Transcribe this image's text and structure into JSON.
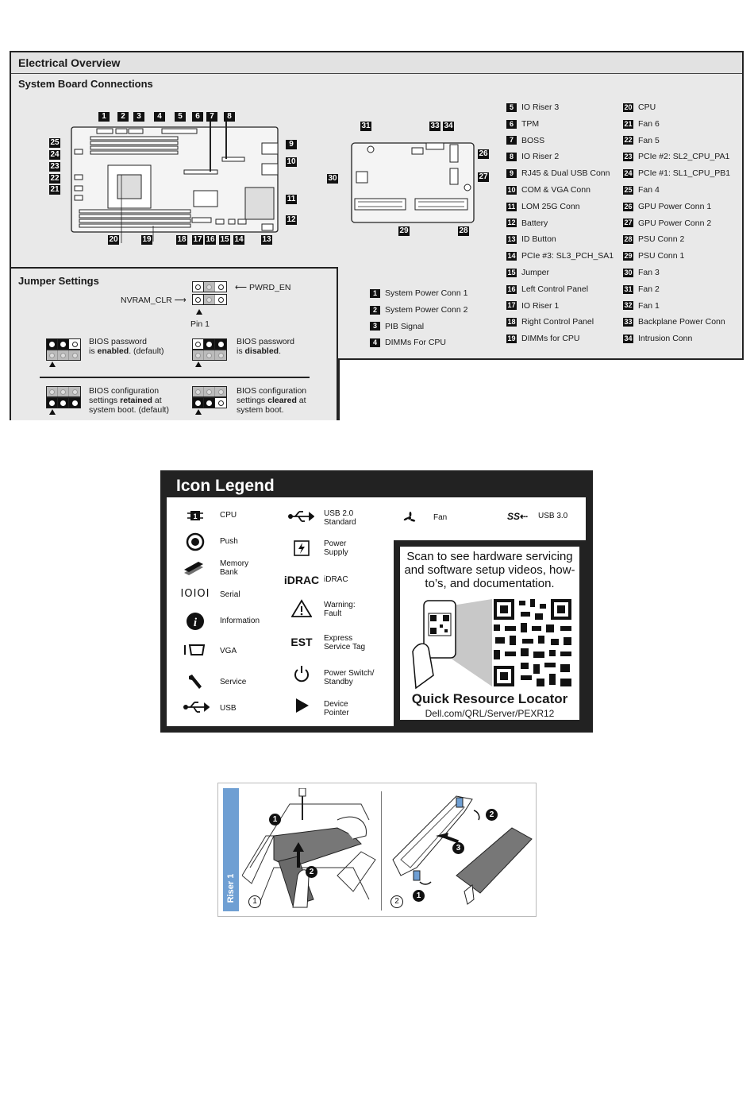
{
  "electrical": {
    "title": "Electrical Overview",
    "subtitle": "System Board Connections",
    "board1_callouts": [
      "1",
      "2",
      "3",
      "4",
      "5",
      "6",
      "7",
      "8",
      "9",
      "10",
      "11",
      "12",
      "13",
      "14",
      "15",
      "16",
      "17",
      "18",
      "19",
      "20",
      "21",
      "22",
      "23",
      "24",
      "25"
    ],
    "board2_callouts": [
      "26",
      "27",
      "28",
      "29",
      "30",
      "31",
      "33",
      "34"
    ],
    "legend": [
      {
        "n": "1",
        "label": "System Power Conn 1"
      },
      {
        "n": "2",
        "label": "System Power Conn 2"
      },
      {
        "n": "3",
        "label": "PIB Signal"
      },
      {
        "n": "4",
        "label": "DIMMs For CPU"
      },
      {
        "n": "5",
        "label": "IO Riser 3"
      },
      {
        "n": "6",
        "label": "TPM"
      },
      {
        "n": "7",
        "label": "BOSS"
      },
      {
        "n": "8",
        "label": "IO Riser 2"
      },
      {
        "n": "9",
        "label": "RJ45 & Dual USB Conn"
      },
      {
        "n": "10",
        "label": "COM & VGA Conn"
      },
      {
        "n": "11",
        "label": "LOM 25G Conn"
      },
      {
        "n": "12",
        "label": "Battery"
      },
      {
        "n": "13",
        "label": "ID Button"
      },
      {
        "n": "14",
        "label": "PCIe #3: SL3_PCH_SA1"
      },
      {
        "n": "15",
        "label": "Jumper"
      },
      {
        "n": "16",
        "label": "Left Control Panel"
      },
      {
        "n": "17",
        "label": "IO Riser 1"
      },
      {
        "n": "18",
        "label": "Right Control Panel"
      },
      {
        "n": "19",
        "label": "DIMMs for CPU"
      },
      {
        "n": "20",
        "label": "CPU"
      },
      {
        "n": "21",
        "label": "Fan 6"
      },
      {
        "n": "22",
        "label": "Fan 5"
      },
      {
        "n": "23",
        "label": "PCIe #2: SL2_CPU_PA1"
      },
      {
        "n": "24",
        "label": "PCIe #1: SL1_CPU_PB1"
      },
      {
        "n": "25",
        "label": "Fan 4"
      },
      {
        "n": "26",
        "label": "GPU Power Conn 1"
      },
      {
        "n": "27",
        "label": "GPU Power Conn 2"
      },
      {
        "n": "28",
        "label": "PSU Conn 2"
      },
      {
        "n": "29",
        "label": "PSU Conn 1"
      },
      {
        "n": "30",
        "label": "Fan 3"
      },
      {
        "n": "31",
        "label": "Fan 2"
      },
      {
        "n": "32",
        "label": "Fan 1"
      },
      {
        "n": "33",
        "label": "Backplane Power Conn"
      },
      {
        "n": "34",
        "label": "Intrusion Conn"
      }
    ]
  },
  "jumper": {
    "title": "Jumper Settings",
    "pwrd_en": "PWRD_EN",
    "nvram_clr": "NVRAM_CLR",
    "pin1": "Pin 1",
    "pw_enabled": [
      "BIOS password",
      "is ",
      "enabled",
      ". (default)"
    ],
    "pw_disabled": [
      "BIOS password",
      "is ",
      "disabled",
      "."
    ],
    "cfg_retained": [
      "BIOS configuration",
      "settings ",
      "retained",
      " at",
      "system boot. (default)"
    ],
    "cfg_cleared": [
      "BIOS configuration",
      "settings ",
      "cleared",
      " at",
      "system boot."
    ]
  },
  "icon_legend": {
    "title": "Icon Legend",
    "items": [
      {
        "icon": "cpu-icon",
        "label": "CPU"
      },
      {
        "icon": "push-icon",
        "label": "Push"
      },
      {
        "icon": "memory-bank-icon",
        "label": "Memory\nBank"
      },
      {
        "icon": "serial-icon",
        "glyph": "IOIOI",
        "label": "Serial"
      },
      {
        "icon": "information-icon",
        "label": "Information"
      },
      {
        "icon": "vga-icon",
        "label": "VGA"
      },
      {
        "icon": "service-icon",
        "label": "Service"
      },
      {
        "icon": "usb-icon",
        "label": "USB"
      },
      {
        "icon": "usb-2-icon",
        "label": "USB 2.0\nStandard"
      },
      {
        "icon": "power-supply-icon",
        "label": "Power\nSupply"
      },
      {
        "icon": "idrac-icon",
        "glyph": "iDRAC",
        "label": "iDRAC"
      },
      {
        "icon": "warning-icon",
        "label": "Warning:\nFault"
      },
      {
        "icon": "express-service-tag-icon",
        "glyph": "EST",
        "label": "Express\nService Tag"
      },
      {
        "icon": "power-switch-icon",
        "label": "Power Switch/\nStandby"
      },
      {
        "icon": "device-pointer-icon",
        "label": "Device\nPointer"
      },
      {
        "icon": "fan-icon",
        "label": "Fan"
      },
      {
        "icon": "usb-3-icon",
        "glyph": "SS",
        "label": "USB 3.0"
      }
    ],
    "qr_scan_text": "Scan to see hardware servicing and software setup videos, how-to’s, and documentation.",
    "qr_title": "Quick Resource Locator",
    "qr_url": "Dell.com/QRL/Server/PEXR12"
  },
  "riser": {
    "label": "Riser 1",
    "steps_left": [
      "1",
      "2"
    ],
    "steps_right": [
      "2",
      "3",
      "1"
    ],
    "panel_left": "1",
    "panel_right": "2",
    "accent": "#6f9fd3"
  }
}
